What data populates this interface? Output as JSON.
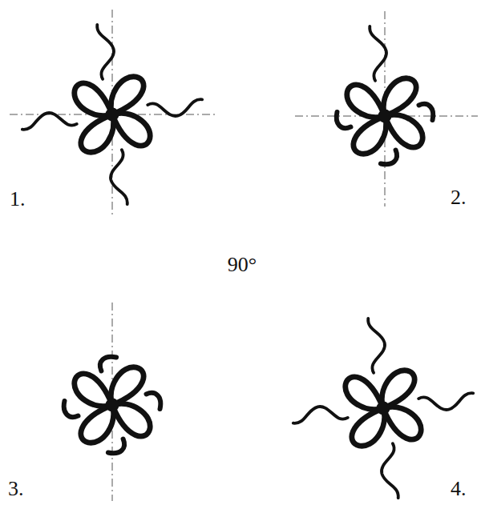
{
  "diagram": {
    "labels": [
      "1.",
      "2.",
      "90°",
      "3.",
      "4."
    ]
  }
}
